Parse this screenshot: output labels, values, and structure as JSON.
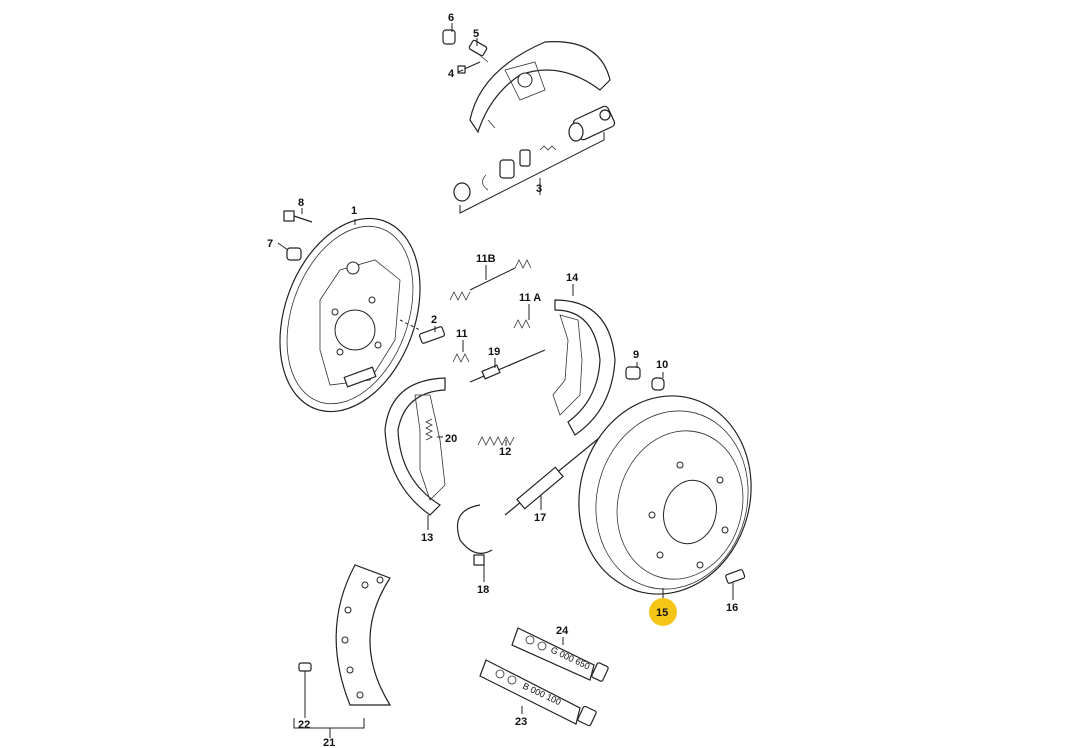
{
  "labels": {
    "p1": "1",
    "p2": "2",
    "p3": "3",
    "p4": "4",
    "p5": "5",
    "p6": "6",
    "p7": "7",
    "p8": "8",
    "p9": "9",
    "p10": "10",
    "p11": "11",
    "p11a": "11 A",
    "p11b": "11B",
    "p12": "12",
    "p13": "13",
    "p14": "14",
    "p15": "15",
    "p16": "16",
    "p17": "17",
    "p18": "18",
    "p19": "19",
    "p20": "20",
    "p21": "21",
    "p22": "22",
    "p23": "23",
    "p24": "24"
  },
  "tube_text": {
    "t23": "B 000 100",
    "t24": "G 000 650"
  },
  "highlight": {
    "part": "15",
    "color": "#f5c518"
  }
}
